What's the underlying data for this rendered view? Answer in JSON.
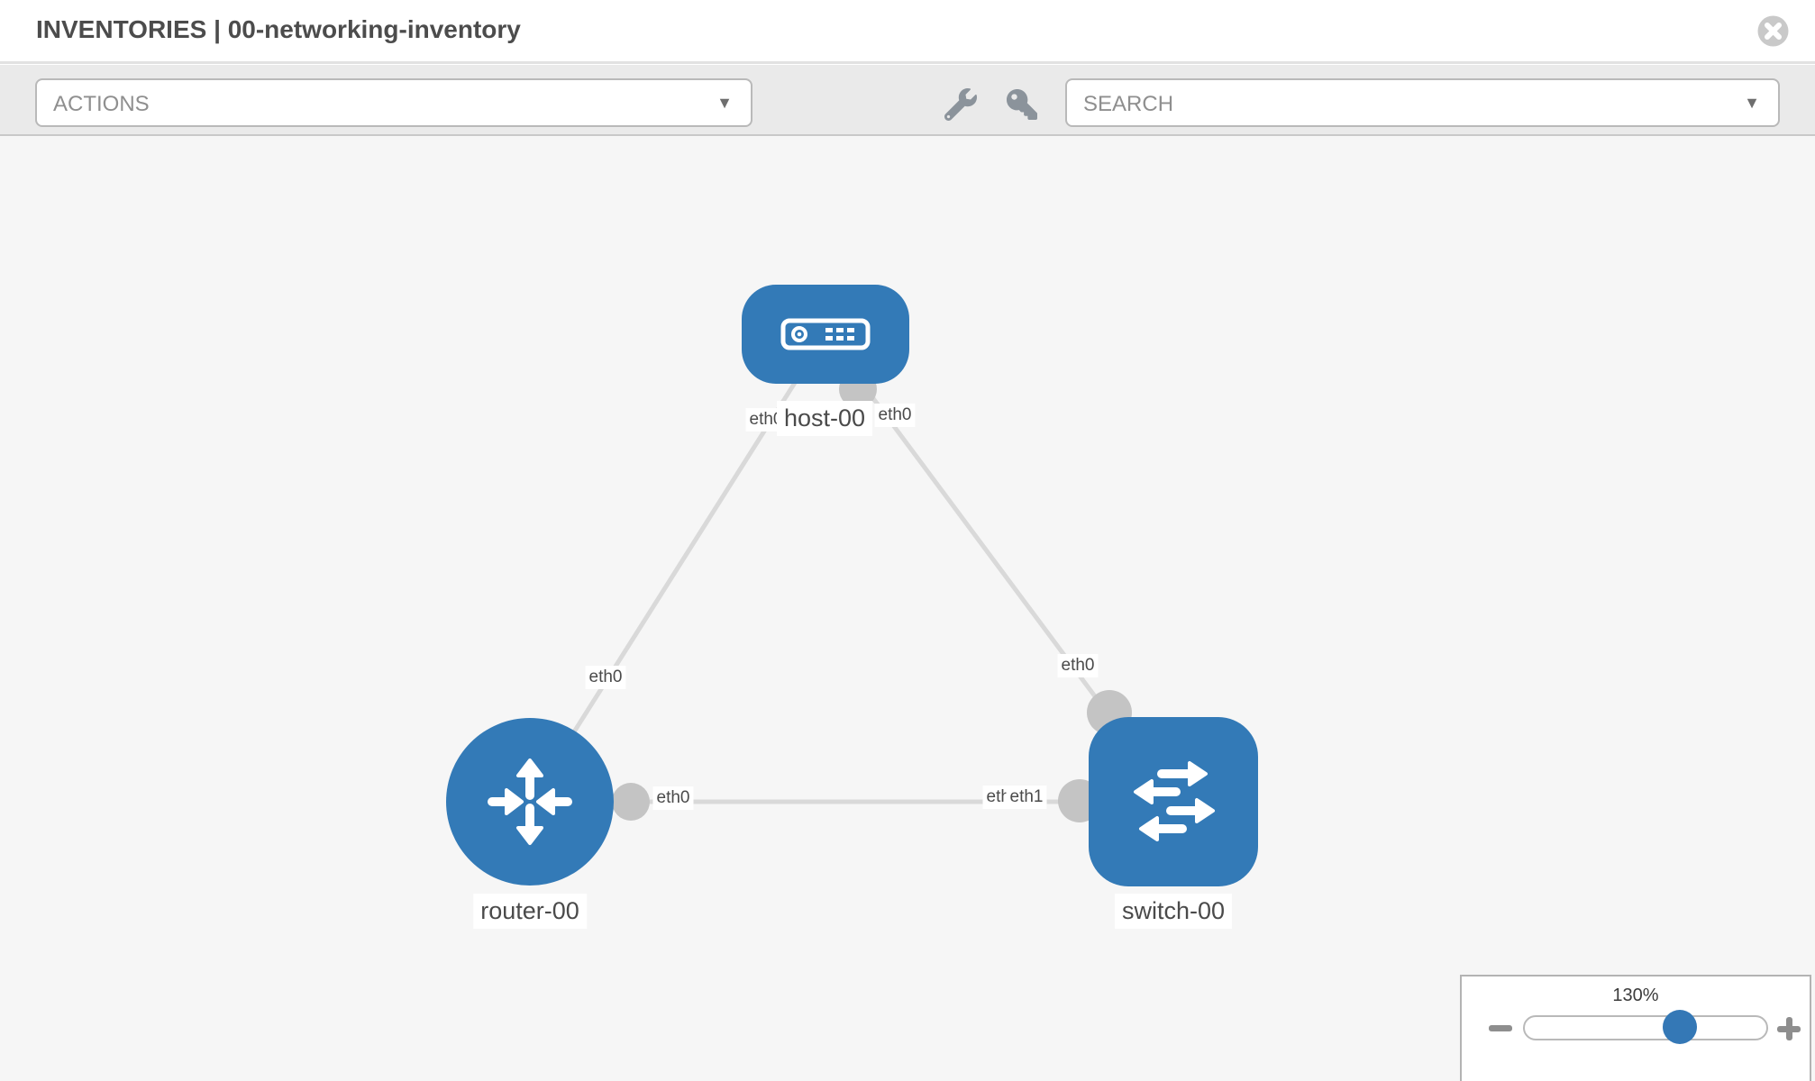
{
  "window": {
    "title": "INVENTORIES | 00-networking-inventory"
  },
  "toolbar": {
    "actions_label": "ACTIONS",
    "search_label": "SEARCH",
    "caret_glyph": "▼"
  },
  "topology": {
    "nodes": [
      {
        "name": "host-00",
        "type": "host"
      },
      {
        "name": "router-00",
        "type": "router"
      },
      {
        "name": "switch-00",
        "type": "switch"
      }
    ],
    "links": [
      {
        "source": "router-00",
        "source_interface": "eth0",
        "target": "host-00",
        "target_interface": "eth0"
      },
      {
        "source": "switch-00",
        "source_interface": "eth0",
        "target": "host-00",
        "target_interface": "eth0"
      },
      {
        "source": "router-00",
        "source_interface": "eth0",
        "target": "switch-00",
        "target_interface": "eth1",
        "obscured_target_label": "eth0"
      }
    ]
  },
  "zoom_control": {
    "level": "130%"
  },
  "colors": {
    "node_blue": "#337ab7",
    "link_gray": "#d9d9d9",
    "connector_gray": "#c4c4c4",
    "toolbar_icon_gray": "#8b939b",
    "slider_thumb_blue": "#3478b6"
  }
}
